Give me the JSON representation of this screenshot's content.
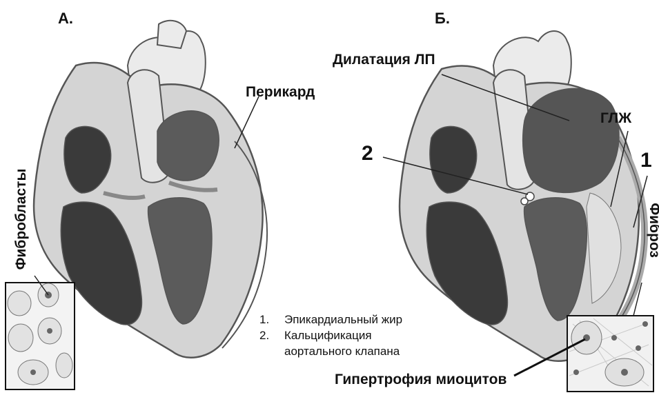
{
  "panels": {
    "a": "А.",
    "b": "Б."
  },
  "labels": {
    "pericard": "Перикард",
    "fibroblasts": "Фибробласты",
    "dilatation": "Дилатация ЛП",
    "glzh": "ГЛЖ",
    "fibroz": "Фиброз",
    "marker_1": "1",
    "marker_2": "2",
    "hypertrophy": "Гипертрофия миоцитов"
  },
  "legend": {
    "item1_num": "1.",
    "item1_text": "Эпикардиальный жир",
    "item2_num": "2.",
    "item2_text_line1": "Кальцификация",
    "item2_text_line2": "аортального клапана"
  },
  "colors": {
    "wall": "#d6d6d6",
    "outline": "#555555",
    "chamber_dark": "#3b3b3b",
    "chamber_mid": "#5c5c5c",
    "vessel": "#e8e8e8"
  }
}
